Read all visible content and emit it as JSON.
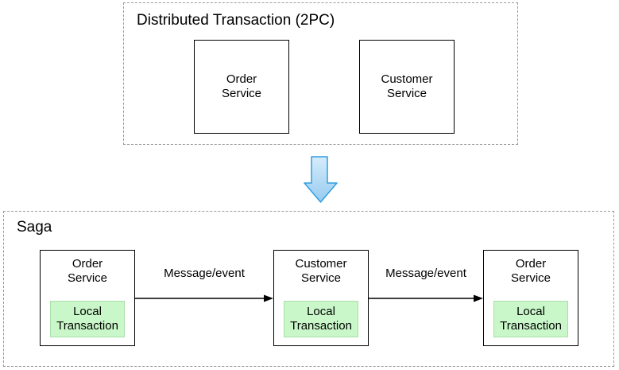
{
  "colors": {
    "dashed_border": "#999999",
    "box_border": "#000000",
    "text": "#000000",
    "green_fill": "#c9f7c9",
    "green_border": "#a9dfa9",
    "blue_arrow_fill_top": "#d6ecfb",
    "blue_arrow_fill_bottom": "#96cbf0",
    "blue_arrow_stroke": "#2e9fe0"
  },
  "top_section": {
    "title": "Distributed Transaction (2PC)",
    "nodes": [
      {
        "name": "order-service",
        "lines": [
          "Order",
          "Service"
        ]
      },
      {
        "name": "customer-service",
        "lines": [
          "Customer",
          "Service"
        ]
      }
    ]
  },
  "transition": {
    "icon": "down-arrow"
  },
  "saga_section": {
    "title": "Saga",
    "nodes": [
      {
        "name": "order-service",
        "lines": [
          "Order",
          "Service"
        ],
        "sub": {
          "lines": [
            "Local",
            "Transaction"
          ]
        }
      },
      {
        "name": "customer-service",
        "lines": [
          "Customer",
          "Service"
        ],
        "sub": {
          "lines": [
            "Local",
            "Transaction"
          ]
        }
      },
      {
        "name": "order-service-2",
        "lines": [
          "Order",
          "Service"
        ],
        "sub": {
          "lines": [
            "Local",
            "Transaction"
          ]
        }
      }
    ],
    "edges": [
      {
        "label": "Message/event"
      },
      {
        "label": "Message/event"
      }
    ]
  }
}
